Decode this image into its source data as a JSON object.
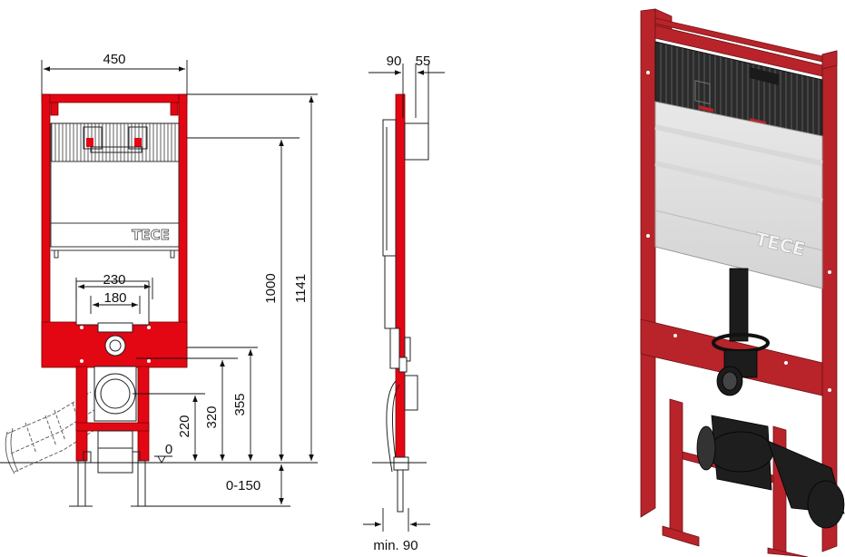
{
  "front_view": {
    "dim_width": "450",
    "dim_1000": "1000",
    "dim_1141": "1141",
    "dim_230": "230",
    "dim_180": "180",
    "dim_220": "220",
    "dim_320": "320",
    "dim_355": "355",
    "dim_0_150": "0-150",
    "zero_label": "0",
    "logo": "TECE"
  },
  "side_view": {
    "dim_90": "90",
    "dim_55": "55",
    "dim_min90": "min. 90"
  },
  "render_view": {
    "logo": "TECE"
  },
  "colors": {
    "frame_red": "#e30613",
    "render_red": "#b8242a",
    "line": "#111111"
  }
}
